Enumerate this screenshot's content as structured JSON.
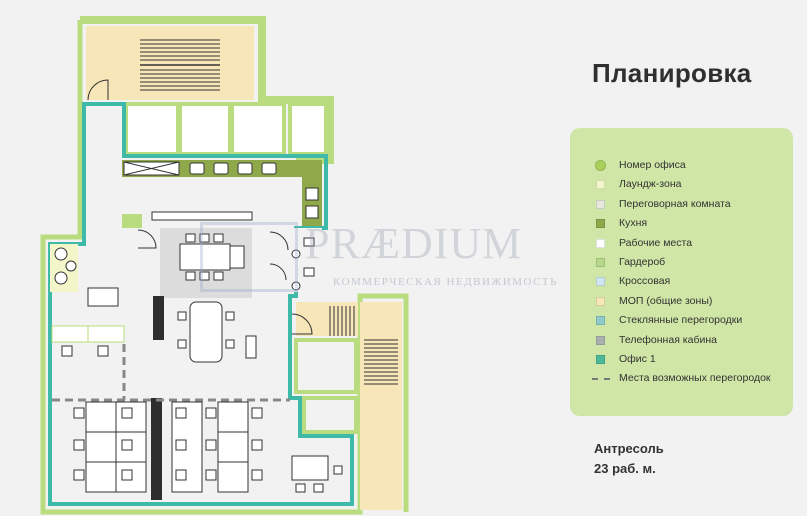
{
  "title": "Планировка",
  "watermark": {
    "brand": "PRÆDIUM",
    "tagline": "КОММЕРЧЕСКАЯ НЕДВИЖИМОСТЬ"
  },
  "legend": {
    "items": [
      {
        "label": "Номер офиса",
        "color": "#a9cf5d",
        "kind": "circle"
      },
      {
        "label": "Лаундж-зона",
        "color": "#f3f6c8",
        "kind": "square"
      },
      {
        "label": "Переговорная комната",
        "color": "#e6e7dc",
        "kind": "square"
      },
      {
        "label": "Кухня",
        "color": "#8ea84a",
        "kind": "square"
      },
      {
        "label": "Рабочие места",
        "color": "#ffffff",
        "kind": "square"
      },
      {
        "label": "Гардероб",
        "color": "#b6d88a",
        "kind": "square"
      },
      {
        "label": "Кроссовая",
        "color": "#cfe6f0",
        "kind": "square"
      },
      {
        "label": "МОП (общие зоны)",
        "color": "#f6e6b8",
        "kind": "square"
      },
      {
        "label": "Стеклянные перегородки",
        "color": "#8fc9c9",
        "kind": "square"
      },
      {
        "label": "Телефонная кабина",
        "color": "#aab0b0",
        "kind": "square"
      },
      {
        "label": "Офис 1",
        "color": "#4db89a",
        "kind": "square"
      },
      {
        "label": "Места возможных перегородок",
        "color": "#777777",
        "kind": "dash"
      }
    ]
  },
  "footer": {
    "line1": "Антресоль",
    "line2": "23 раб. м."
  },
  "colors": {
    "outer_wall": "#b9dc7e",
    "office_outline": "#3fb9a8",
    "mop": "#f6e6b8",
    "meeting": "#dcdcdc",
    "kitchen": "#8ea84a",
    "furniture": "#333333"
  }
}
